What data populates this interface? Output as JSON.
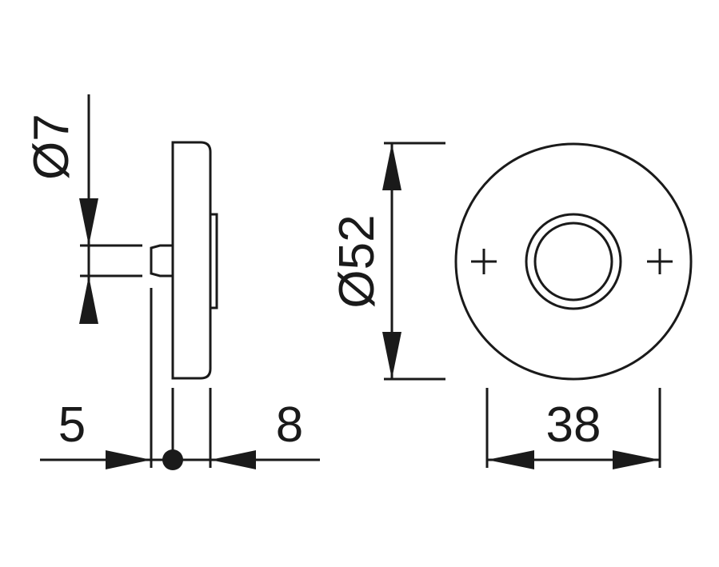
{
  "labels": {
    "pin_diameter": "Ø7",
    "rosette_diameter": "Ø52",
    "pin_length": "5",
    "rosette_thickness": "8",
    "inner_width": "38"
  },
  "colors": {
    "line": "#1a1a1a",
    "background": "#ffffff"
  }
}
